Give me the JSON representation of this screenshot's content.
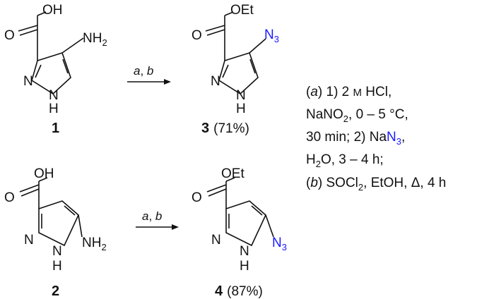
{
  "colors": {
    "azide": "#1a1aff",
    "ink": "#111111"
  },
  "compound_1": {
    "label": "1",
    "cooh": "OH",
    "carbonyl_o": "O",
    "n1": "N",
    "nh": "N",
    "h": "H",
    "nh2": "NH",
    "nh2_sub": "2"
  },
  "compound_2": {
    "label": "2",
    "cooh": "OH",
    "carbonyl_o": "O",
    "n1": "N",
    "nh": "N",
    "h": "H",
    "nh2": "NH",
    "nh2_sub": "2"
  },
  "compound_3": {
    "label": "3",
    "yield": "(71%)",
    "ester": "OEt",
    "carbonyl_o": "O",
    "n1": "N",
    "nh": "N",
    "h": "H",
    "azide": "N",
    "azide_sub": "3"
  },
  "compound_4": {
    "label": "4",
    "yield": "(87%)",
    "ester": "OEt",
    "carbonyl_o": "O",
    "n1": "N",
    "nh": "N",
    "h": "H",
    "azide": "N",
    "azide_sub": "3"
  },
  "arrow_top": {
    "a": "a",
    "comma": ", ",
    "b": "b"
  },
  "arrow_bottom": {
    "a": "a",
    "comma": ", ",
    "b": "b"
  },
  "conditions": {
    "line1_pre": "(",
    "line1_a": "a",
    "line1_post": ") 1) 2 ",
    "line1_unit": "M",
    "line1_end": " HCl,",
    "line2_pre": "NaNO",
    "line2_sub": "2",
    "line2_post": ", 0 – 5 °C,",
    "line3_pre": "30 min; 2) Na",
    "line3_azide": "N",
    "line3_sub": "3",
    "line3_post": ",",
    "line4_pre": "H",
    "line4_sub": "2",
    "line4_post": "O, 3 – 4 h;",
    "line5_pre": "(",
    "line5_b": "b",
    "line5_mid": ") SOCl",
    "line5_sub": "2",
    "line5_post": ", EtOH, Δ, 4 h"
  }
}
